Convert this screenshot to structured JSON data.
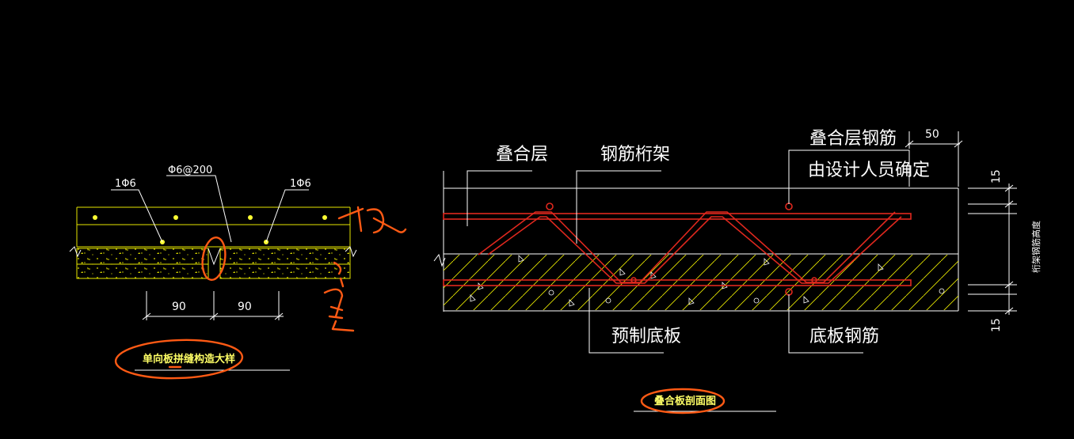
{
  "left_detail": {
    "labels": {
      "bar_left": "1Φ6",
      "bar_mid": "Φ6@200",
      "bar_right": "1Φ6"
    },
    "dims": [
      "90",
      "90"
    ],
    "title": "单向板拼缝构造大样"
  },
  "right_section": {
    "labels": {
      "composite_layer": "叠合层",
      "truss": "钢筋桁架",
      "composite_rebar_1": "叠合层钢筋",
      "composite_rebar_2": "由设计人员确定",
      "precast_slab": "预制底板",
      "slab_rebar": "底板钢筋",
      "vertical_note": "桁架钢筋高度"
    },
    "dims": {
      "top": "50",
      "right_top": "15",
      "right_bottom": "15"
    },
    "title": "叠合板剖面图"
  },
  "colors": {
    "background": "#000000",
    "drawing_lines": "#e6e600",
    "outline": "#ffffff",
    "rebar": "#e0281e",
    "markup": "#ff5a14"
  }
}
